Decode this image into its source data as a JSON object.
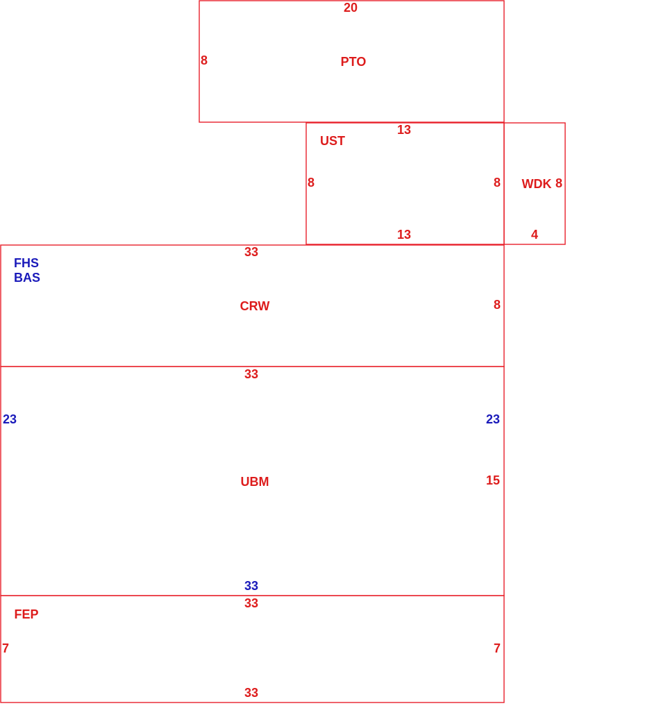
{
  "colors": {
    "outline": "#e8202a",
    "red_text": "#dd1c1c",
    "blue_text": "#1a1aba"
  },
  "areas": {
    "pto": {
      "code": "PTO",
      "top": "20",
      "left": "8"
    },
    "ust": {
      "code": "UST",
      "top": "13",
      "left": "8",
      "right": "8",
      "bottom": "13"
    },
    "wdk": {
      "code": "WDK",
      "right": "8",
      "bottom": "4"
    },
    "crw": {
      "code": "CRW",
      "top": "33",
      "right": "8",
      "notes": [
        "FHS",
        "BAS"
      ]
    },
    "ubm": {
      "code": "UBM",
      "top": "33",
      "left": "23",
      "right_upper": "23",
      "right_lower": "15",
      "bottom": "33"
    },
    "fep": {
      "code": "FEP",
      "top": "33",
      "left": "7",
      "right": "7",
      "bottom": "33"
    }
  }
}
